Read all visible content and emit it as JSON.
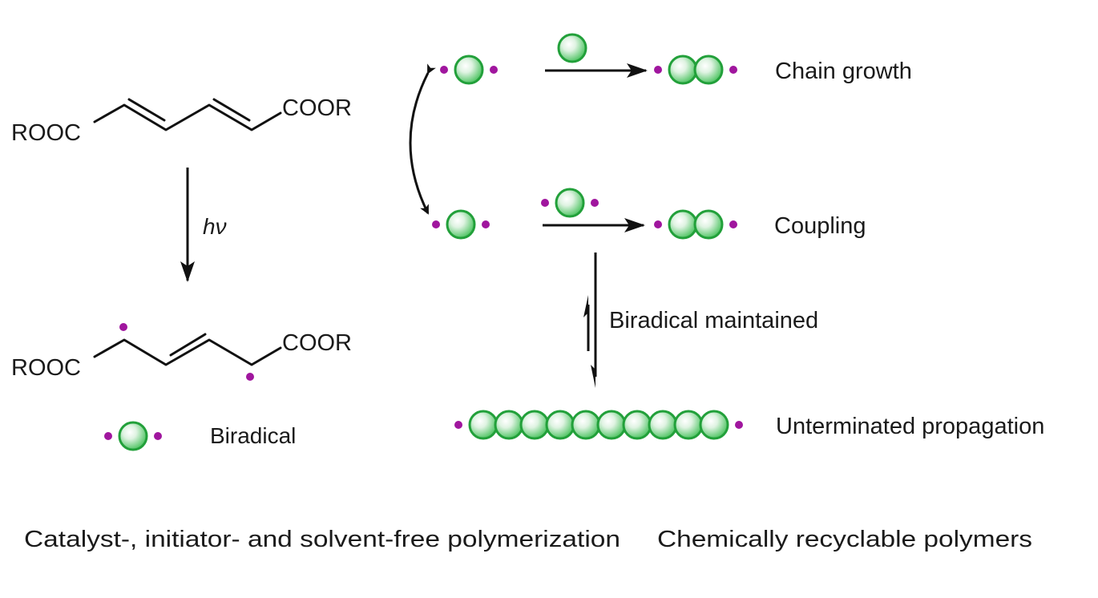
{
  "diagram": {
    "title": "Photo-induced biradical polymerization of dienoate diesters",
    "colors": {
      "bead_fill": "#3fbf55",
      "bead_stroke": "#22a03a",
      "bead_highlight": "#ffffff",
      "radical_dot": "#a0169e",
      "ink": "#111111"
    },
    "monomer": {
      "left_group": "ROOC",
      "right_group": "COOR"
    },
    "reaction_condition": {
      "label": "hν"
    },
    "biradical_species": {
      "left_group": "ROOC",
      "right_group": "COOR"
    },
    "legend": {
      "label": "Biradical",
      "bead_count": 1
    },
    "pathways": [
      {
        "name": "chain-growth",
        "label": "Chain growth",
        "reagent": "monomer bead",
        "product_beads": 2
      },
      {
        "name": "coupling",
        "label": "Coupling",
        "reagent": "biradical bead",
        "product_beads": 2
      }
    ],
    "equilibrium": {
      "label": "Biradical maintained"
    },
    "propagation": {
      "label": "Unterminated propagation",
      "bead_count": 10
    },
    "captions": [
      "Catalyst-, initiator- and solvent-free polymerization",
      "Chemically recyclable polymers"
    ]
  }
}
